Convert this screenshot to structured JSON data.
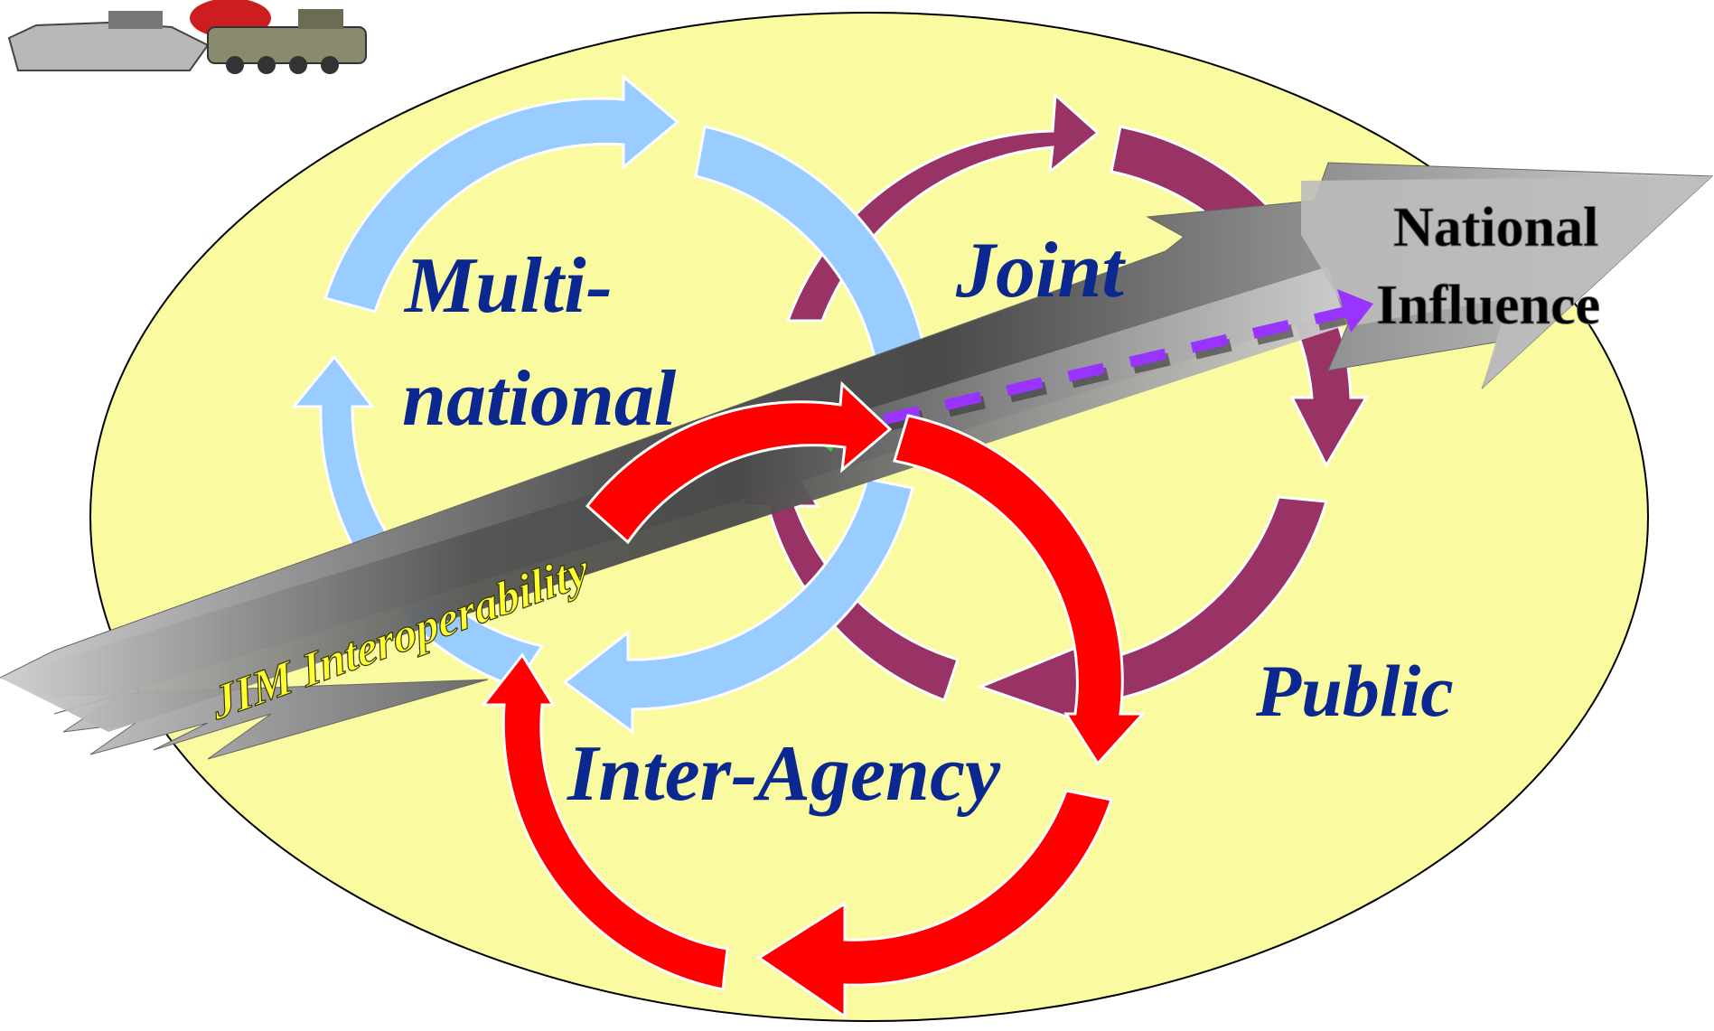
{
  "diagram": {
    "labels": {
      "multinational_line1": "Multi-",
      "multinational_line2": "national",
      "joint": "Joint",
      "public": "Public",
      "interagency": "Inter-Agency",
      "jim": "JIM Interoperability",
      "national_line1": "National",
      "national_line2": "Influence"
    },
    "colors": {
      "background_ellipse": "#FAFAA0",
      "multinational_ring": "#99CCFF",
      "joint_ring": "#993366",
      "interagency_ring": "#FF0000",
      "label_text": "#0A2890",
      "jim_text": "#FFFF33",
      "big_arrow_dark": "#555555",
      "big_arrow_light": "#BBBBBB",
      "dashed_arrow": "#9933FF",
      "national_text": "#000000"
    },
    "icons": [
      "military-vehicles-clipart"
    ]
  }
}
